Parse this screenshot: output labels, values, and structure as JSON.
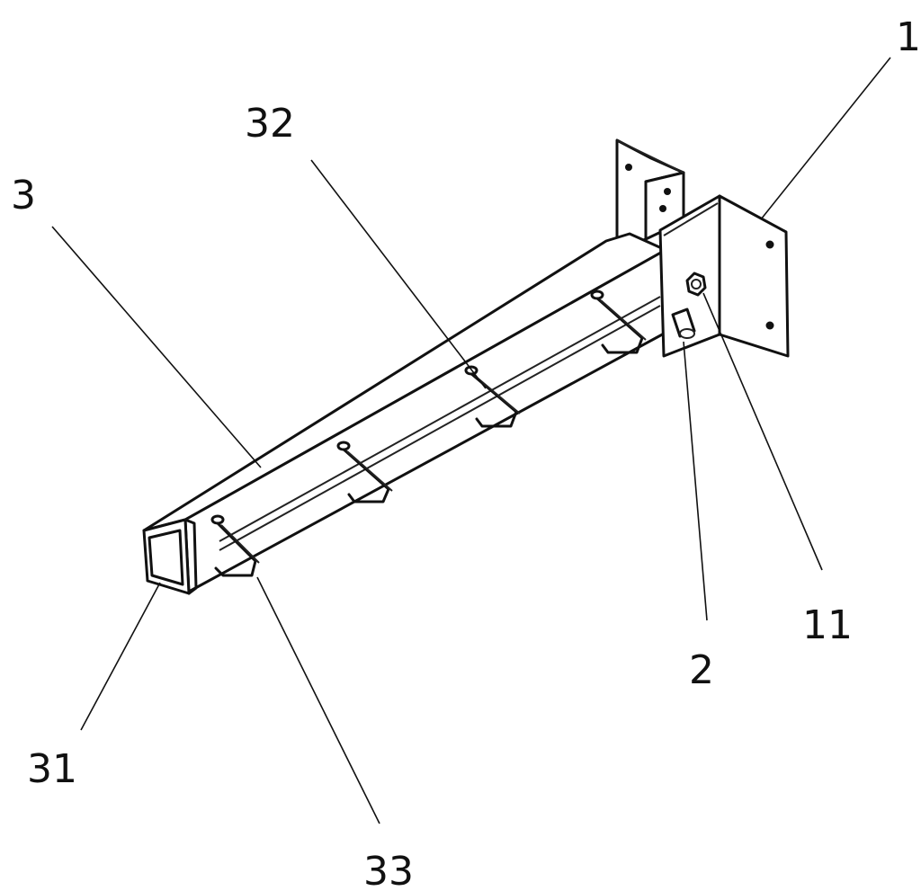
{
  "figure": {
    "labels": [
      {
        "id": "label-1",
        "text": "1"
      },
      {
        "id": "label-11",
        "text": "11"
      },
      {
        "id": "label-2",
        "text": "2"
      },
      {
        "id": "label-3",
        "text": "3"
      },
      {
        "id": "label-31",
        "text": "31"
      },
      {
        "id": "label-32",
        "text": "32"
      },
      {
        "id": "label-33",
        "text": "33"
      }
    ]
  }
}
